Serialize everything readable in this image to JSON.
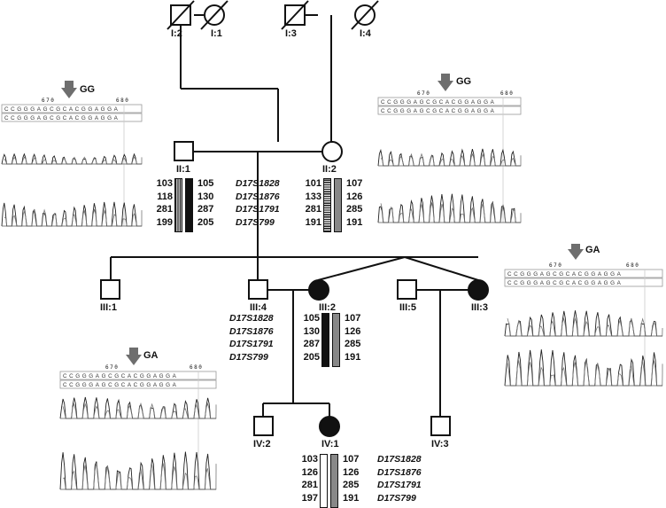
{
  "individuals": {
    "I2": "I:2",
    "I1": "I:1",
    "I3": "I:3",
    "I4": "I:4",
    "II1": "II:1",
    "II2": "II:2",
    "III1": "III:1",
    "III4": "III:4",
    "III2": "III:2",
    "III5": "III:5",
    "III3": "III:3",
    "IV2": "IV:2",
    "IV1": "IV:1",
    "IV3": "IV:3"
  },
  "markers": [
    "D17S1828",
    "D17S1876",
    "D17S1791",
    "D17S799"
  ],
  "haplotypes": {
    "II1_left": [
      "103",
      "118",
      "281",
      "199"
    ],
    "II1_right": [
      "105",
      "130",
      "287",
      "205"
    ],
    "II2_left": [
      "101",
      "133",
      "281",
      "191"
    ],
    "II2_right": [
      "107",
      "126",
      "285",
      "191"
    ],
    "III2_left": [
      "105",
      "130",
      "287",
      "205"
    ],
    "III2_right": [
      "107",
      "126",
      "285",
      "191"
    ],
    "IV1_left": [
      "103",
      "126",
      "281",
      "197"
    ],
    "IV1_right": [
      "107",
      "126",
      "285",
      "191"
    ]
  },
  "sequence_panels": {
    "top_left": {
      "genotype": "GG",
      "tick1": "670",
      "tick2": "680"
    },
    "top_right": {
      "genotype": "GG",
      "tick1": "670",
      "tick2": "680"
    },
    "mid_right": {
      "genotype": "GA",
      "tick1": "670",
      "tick2": "680"
    },
    "bottom_left": {
      "genotype": "GA",
      "tick1": "670",
      "tick2": "680"
    }
  },
  "sequence_read": "CCGGGAGCGCACGGAGGA",
  "colors": {
    "line": "#111111",
    "affected": "#111111",
    "arrow": "#6e6e6e",
    "panel_border": "#9a9a9a"
  }
}
